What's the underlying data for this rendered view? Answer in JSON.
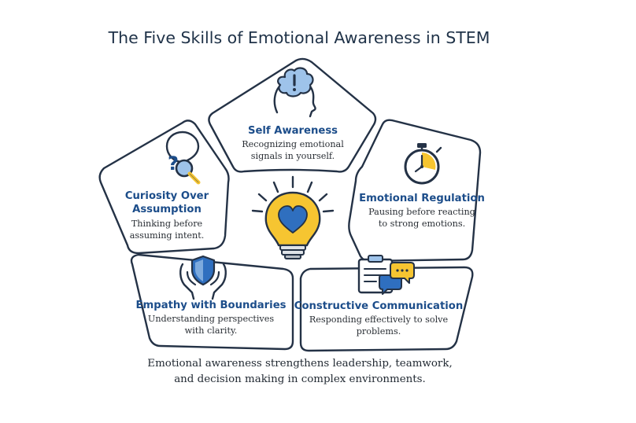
{
  "title": "The Five Skills of Emotional Awareness in STEM",
  "colors": {
    "ink": "#243246",
    "heading": "#1c4d8a",
    "accent_yellow": "#f6c531",
    "accent_blue": "#2f6fbf",
    "light_blue": "#9ec3ea"
  },
  "center_icon": "lightbulb-heart-icon",
  "skills": [
    {
      "icon": "head-exclamation-icon",
      "title": "Self Awareness",
      "desc_line1": "Recognizing emotional",
      "desc_line2": "signals in yourself."
    },
    {
      "icon": "stopwatch-icon",
      "title": "Emotional Regulation",
      "desc_line1": "Pausing before reacting",
      "desc_line2": "to strong emotions."
    },
    {
      "icon": "clipboard-chat-icon",
      "title": "Constructive Communication",
      "desc_line1": "Responding effectively to solve",
      "desc_line2": "problems."
    },
    {
      "icon": "hands-shield-icon",
      "title": "Empathy with Boundaries",
      "desc_line1": "Understanding perspectives",
      "desc_line2": "with clarity."
    },
    {
      "icon": "question-magnifier-icon",
      "title_line1": "Curiosity Over",
      "title_line2": "Assumption",
      "desc_line1": "Thinking before",
      "desc_line2": "assuming intent."
    }
  ],
  "footer": {
    "line1": "Emotional awareness strengthens leadership, teamwork,",
    "line2": "and decision making in complex environments."
  }
}
